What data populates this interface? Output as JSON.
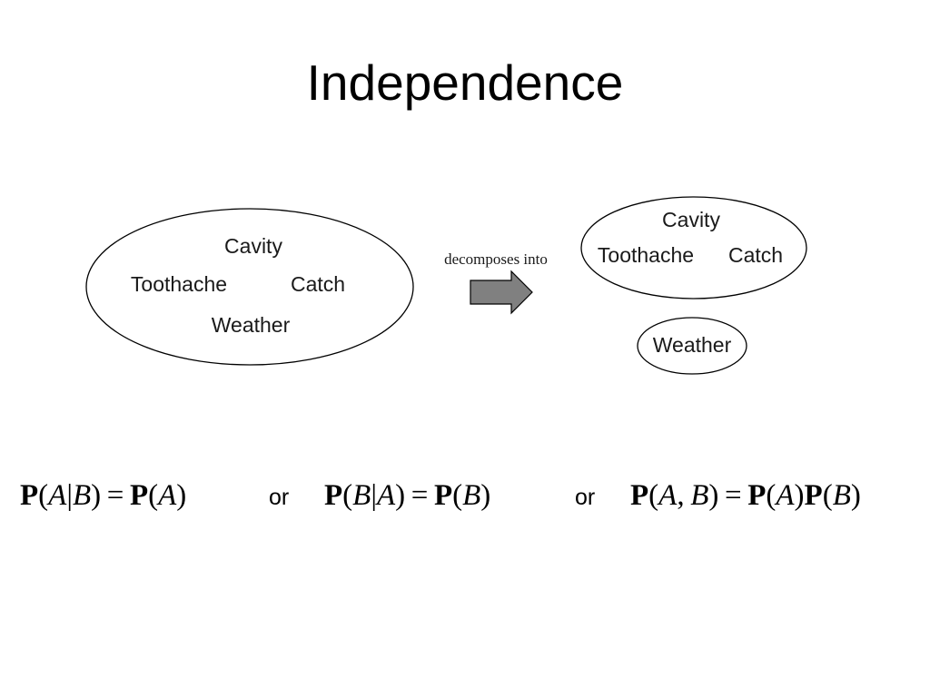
{
  "title": "Independence",
  "diagram": {
    "left_node": {
      "labels": [
        "Cavity",
        "Toothache",
        "Catch",
        "Weather"
      ]
    },
    "arrow_label": "decomposes into",
    "right_top_node": {
      "labels": [
        "Cavity",
        "Toothache",
        "Catch"
      ]
    },
    "right_bottom_node": {
      "labels": [
        "Weather"
      ]
    }
  },
  "formulas": {
    "items": [
      "P(A|B)=P(A)",
      "P(B|A)=P(B)",
      "P(A,B)=P(A)P(B)"
    ],
    "connector": "or"
  }
}
